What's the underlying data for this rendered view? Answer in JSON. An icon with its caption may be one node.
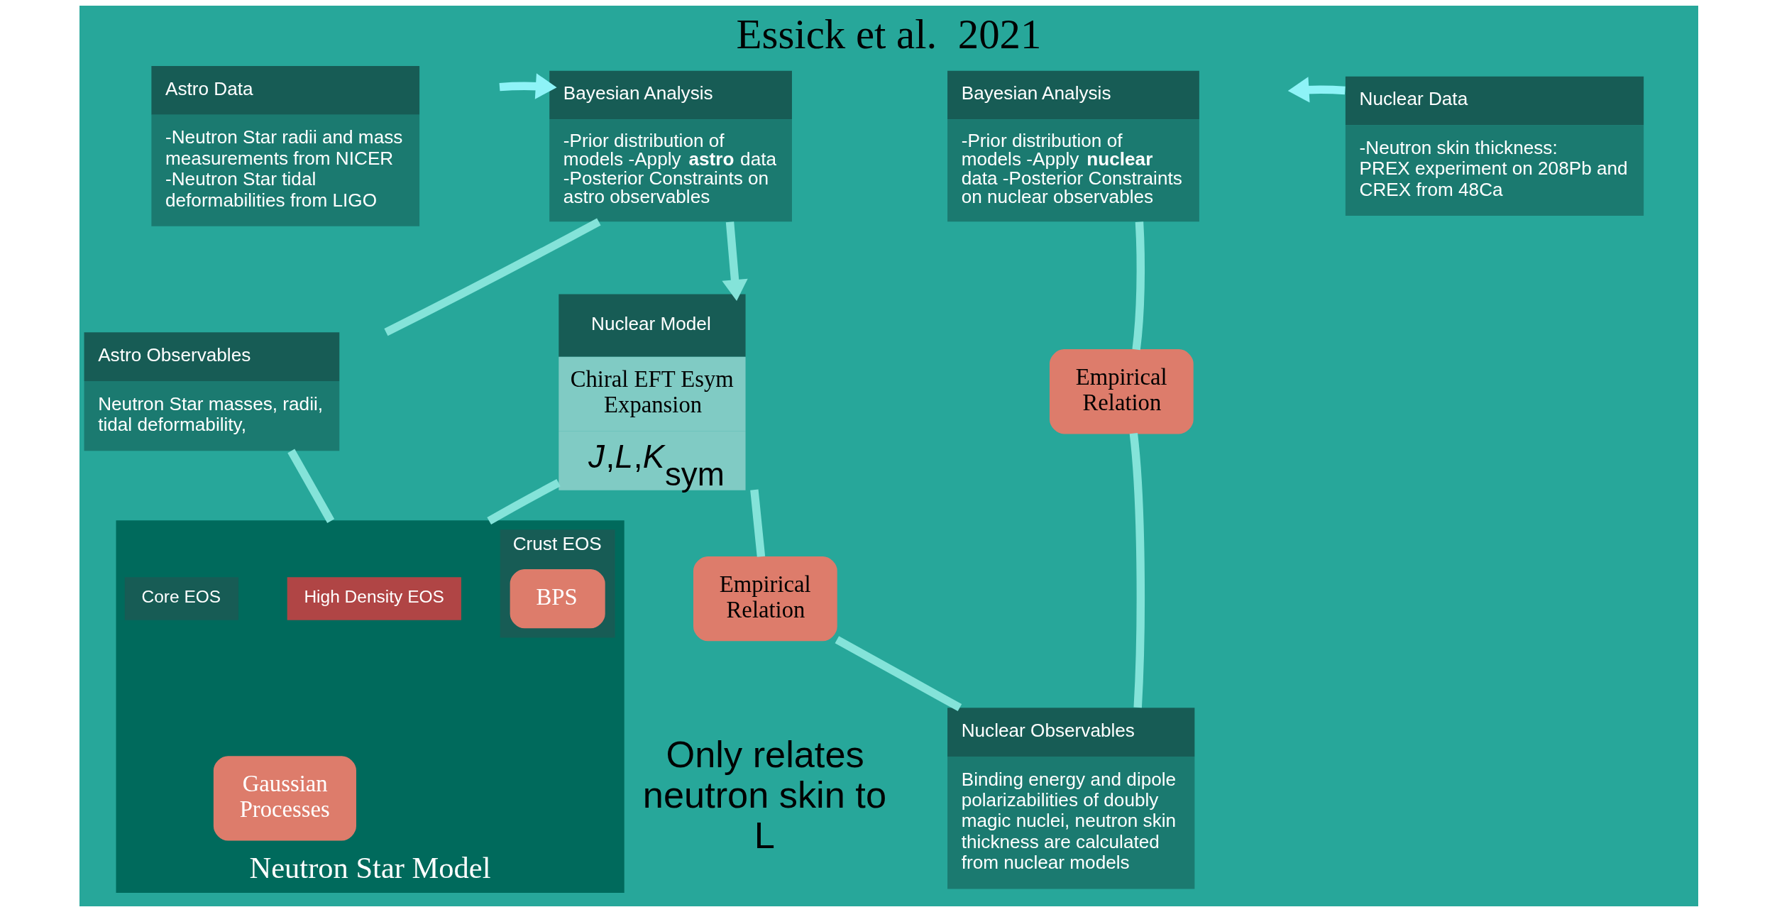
{
  "diagram": {
    "title": "Essick et al.  2021",
    "nodes": [
      {
        "text": [
          "Astro Data",
          "-Neutron Star radii and mass measurements from NICER -Neutron Star tidal deformabilities from LIGO"
        ]
      },
      {
        "text": [
          "Bayesian Analysis",
          "-Prior distribution of models -Apply **astro** data -Posterior Constraints on astro observables"
        ]
      },
      {
        "text": [
          "Nuclear Model",
          "Chiral EFT Esym Expansion",
          "*J*,*L*,*K*$_{sym}$"
        ]
      },
      {
        "text": [
          "Astro Observables",
          "Neutron Star masses, radii, tidal deformability,"
        ]
      },
      {
        "text": [
          "Neutron Star Model"
        ]
      },
      {
        "text": [
          "High Density EOS"
        ],
        "in": 4
      },
      {
        "text": [
          "Core EOS"
        ],
        "in": 4
      },
      {
        "text": [
          "Gaussian Processes"
        ],
        "in": 4
      },
      {
        "text": [
          "Crust EOS"
        ],
        "in": 4
      },
      {
        "text": [
          "BPS"
        ],
        "in": 8
      },
      {
        "text": [
          "Bayesian Analysis",
          "-Prior distribution of models -Apply **nuclear** data -Posterior Constraints on nuclear observables"
        ]
      },
      {
        "text": [
          "Nuclear Data",
          "-Neutron skin thickness: PREX experiment on 208Pb and CREX from 48Ca"
        ]
      },
      {
        "text": [
          "Empirical Relation"
        ]
      },
      {
        "text": [
          "Nuclear Observables",
          "Binding energy and dipole polarizabilities of doubly magic nuclei, neutron skin thickness are calculated from nuclear models"
        ]
      },
      {
        "text": [
          "Empirical Relation"
        ]
      }
    ],
    "edges": [
      {
        "from": 0,
        "to": 1,
        "arrow": "to",
        "color": "#8ef3f7"
      },
      {
        "from": 1,
        "to": 2,
        "arrow": "to"
      },
      {
        "from": 2,
        "to": 4,
        "arrow": "none"
      },
      {
        "from": 4,
        "to": 3,
        "arrow": "none"
      },
      {
        "from": 3,
        "to": 1,
        "arrow": "none"
      },
      {
        "from": 11,
        "to": 10,
        "arrow": "to",
        "color": "#8ef3f7"
      },
      {
        "from": 2,
        "to": 14,
        "arrow": "none"
      },
      {
        "from": 14,
        "to": 13,
        "arrow": "none"
      },
      {
        "from": 13,
        "to": 12,
        "arrow": "none"
      },
      {
        "from": 12,
        "to": 10,
        "arrow": "none"
      }
    ],
    "labels": [
      "Only relates neutron skin to L"
    ]
  }
}
